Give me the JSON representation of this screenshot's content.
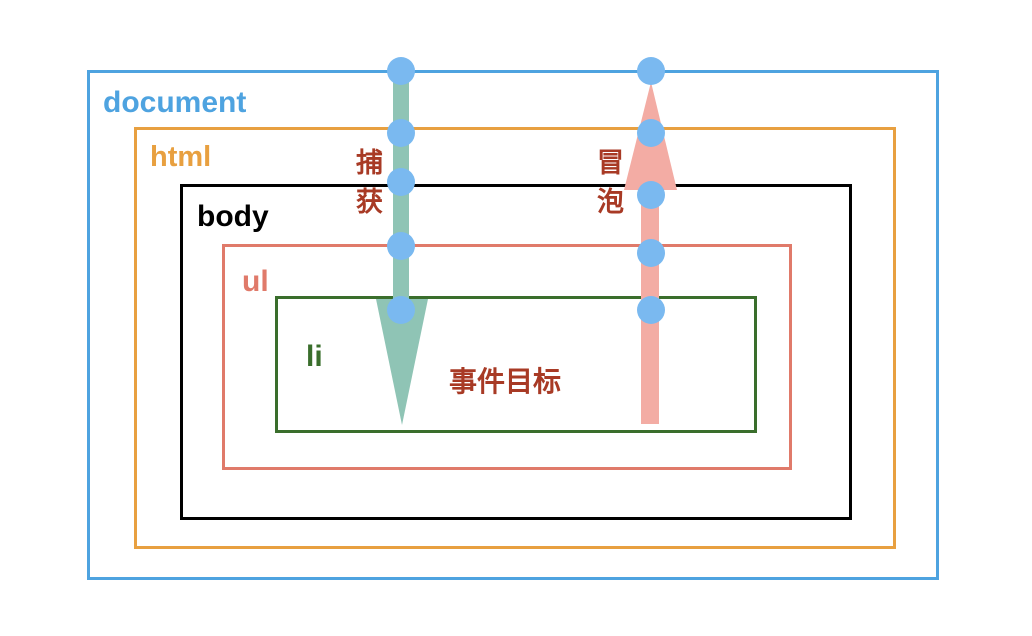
{
  "layers": [
    {
      "id": "document",
      "label": "document",
      "color": "#4ea3e0"
    },
    {
      "id": "html",
      "label": "html",
      "color": "#e8a040"
    },
    {
      "id": "body",
      "label": "body",
      "color": "#000000"
    },
    {
      "id": "ul",
      "label": "ul",
      "color": "#e07a6a"
    },
    {
      "id": "li",
      "label": "li",
      "color": "#3a6e2c"
    }
  ],
  "target_label": "事件目标",
  "capture": {
    "label": [
      "捕",
      "获"
    ],
    "color": "#8fc4b5"
  },
  "bubble": {
    "label": [
      "冒",
      "泡"
    ],
    "color": "#f3aca4"
  },
  "node_color": "#7ab9f0",
  "text_color": "#a83a25"
}
